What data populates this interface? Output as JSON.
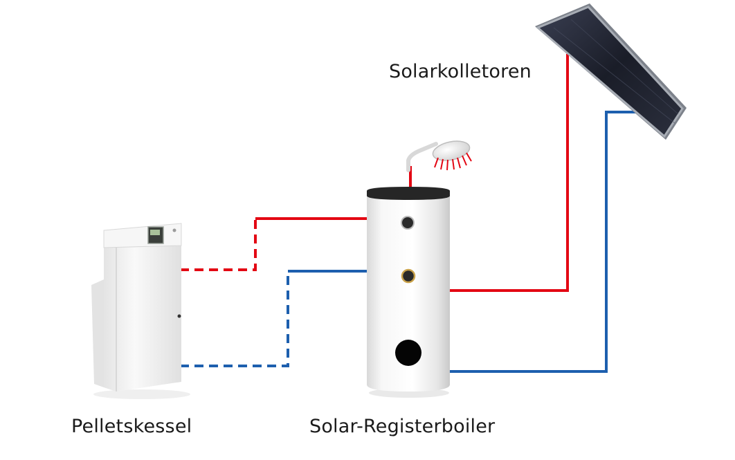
{
  "labels": {
    "solar_collectors": "Solarkolletoren",
    "pellet_boiler": "Pelletskessel",
    "register_boiler": "Solar-Registerboiler"
  },
  "colors": {
    "supply_line": "#e30613",
    "return_line": "#1d5fae",
    "panel_glass": "#1e2230",
    "panel_frame": "#9ea3ab",
    "appliance_body": "#f4f4f4"
  }
}
